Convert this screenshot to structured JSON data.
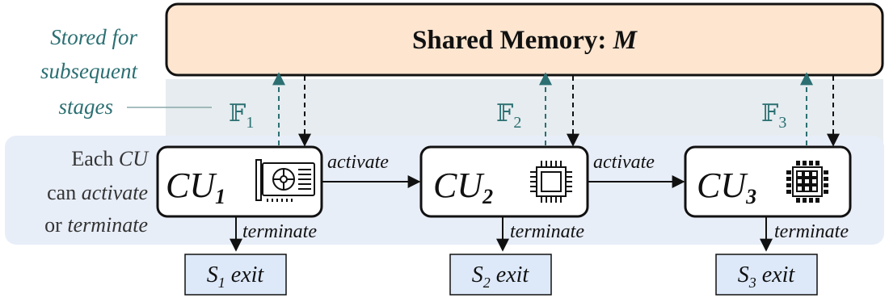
{
  "memory": {
    "label_bold": "Shared Memory: ",
    "label_symbol": "M",
    "fill": "#fde5cf"
  },
  "side_note": {
    "lines": [
      "Stored for",
      "subsequent",
      "stages"
    ],
    "color": "#2b6f72"
  },
  "left_caption": {
    "line1_plain": "Each ",
    "line1_symbol": "CU",
    "line2_plain": "can ",
    "line2_italic": "activate",
    "line3_plain": "or ",
    "line3_italic": "terminate"
  },
  "units": [
    {
      "name": "CU",
      "subscript": "1",
      "icon": "gpu-icon",
      "feature": "𝔽",
      "feature_sub": "1",
      "terminate_label": "terminate",
      "exit_var": "S",
      "exit_sub": "1",
      "exit_text": " exit"
    },
    {
      "name": "CU",
      "subscript": "2",
      "icon": "cpu-chip-icon",
      "feature": "𝔽",
      "feature_sub": "2",
      "terminate_label": "terminate",
      "exit_var": "S",
      "exit_sub": "2",
      "exit_text": " exit"
    },
    {
      "name": "CU",
      "subscript": "3",
      "icon": "npu-grid-icon",
      "feature": "𝔽",
      "feature_sub": "3",
      "terminate_label": "terminate",
      "exit_var": "S",
      "exit_sub": "3",
      "exit_text": " exit"
    }
  ],
  "activate_labels": [
    "activate",
    "activate"
  ],
  "colors": {
    "feature_band": "#e6ecef",
    "unit_band": "#e8eef8",
    "exit_box": "#dde9f9",
    "teal": "#2b6f72"
  }
}
